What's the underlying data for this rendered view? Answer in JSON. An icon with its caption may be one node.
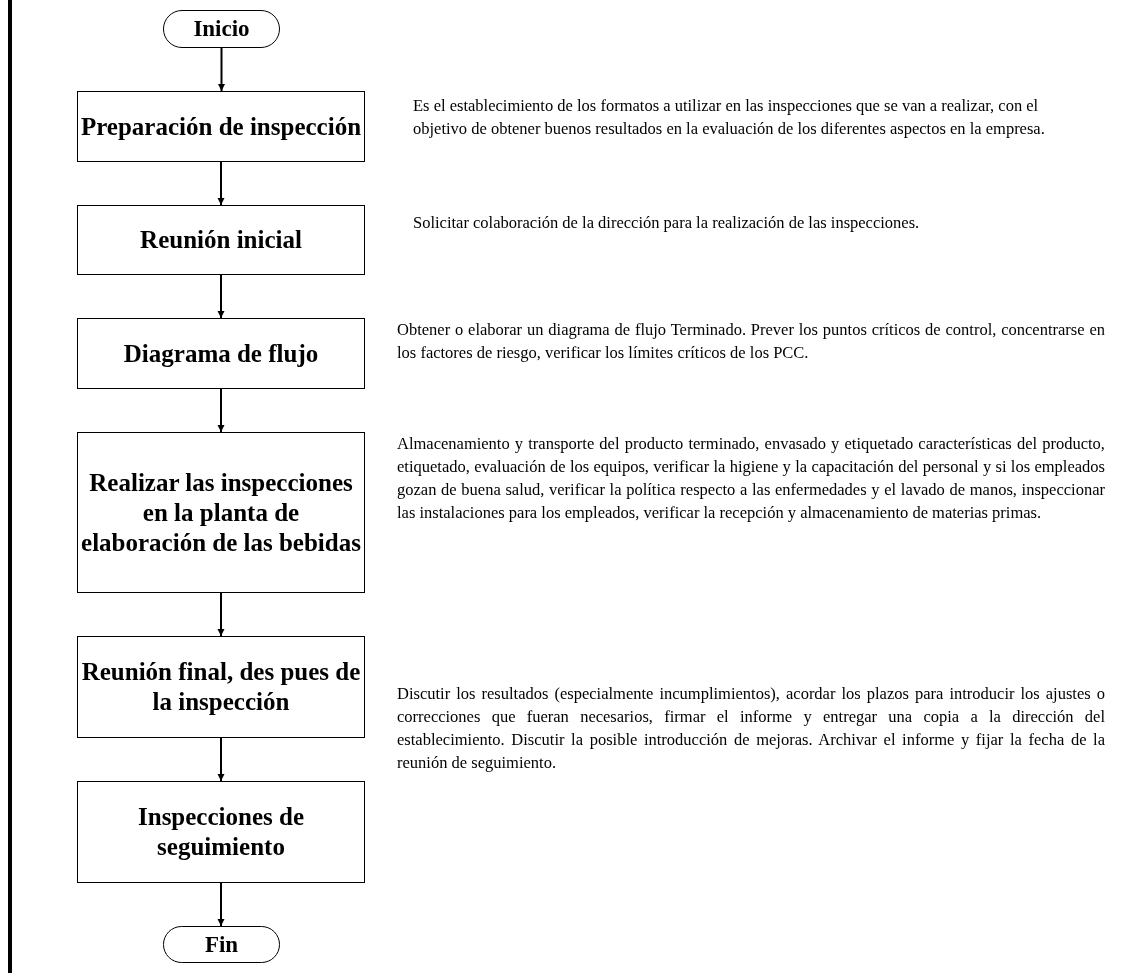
{
  "diagram": {
    "nodes": [
      {
        "text": [
          "Inicio"
        ]
      },
      {
        "text": [
          "Preparación de inspección"
        ],
        "beside": [
          "Es el establecimiento de los formatos a utilizar en las inspecciones que se van a realizar, con el objetivo de obtener buenos resultados en la evaluación de los diferentes aspectos en la empresa."
        ]
      },
      {
        "text": [
          "Reunión inicial"
        ],
        "beside": [
          "Solicitar colaboración de la dirección para la realización de las inspecciones."
        ]
      },
      {
        "text": [
          "Diagrama de flujo"
        ],
        "beside": [
          "Obtener o elaborar un diagrama de flujo Terminado. Prever los puntos críticos de control, concentrarse en los factores de riesgo, verificar los límites críticos de los PCC."
        ]
      },
      {
        "text": [
          "Realizar las inspecciones en la planta de elaboración de las bebidas"
        ],
        "beside": [
          "Almacenamiento y transporte del producto terminado, envasado y etiquetado características del producto, etiquetado, evaluación de los equipos, verificar la higiene y la capacitación del personal y si los empleados gozan de buena salud, verificar la política respecto a las enfermedades y el lavado de manos, inspeccionar las instalaciones para los empleados, verificar la recepción y almacenamiento de materias primas."
        ]
      },
      {
        "text": [
          "Reunión final, des pues de la inspección"
        ],
        "beside": [
          "Discutir los resultados (especialmente incumplimientos), acordar los plazos para introducir los ajustes o correcciones que fueran necesarios, firmar el informe y entregar una copia a la dirección del establecimiento. Discutir la posible introducción de mejoras. Archivar el informe y fijar la fecha de la reunión de seguimiento."
        ]
      },
      {
        "text": [
          "Inspecciones de seguimiento"
        ]
      },
      {
        "text": [
          "Fin"
        ]
      }
    ],
    "edges": [
      {
        "from": 0,
        "to": 1,
        "arrow": "to"
      },
      {
        "from": 1,
        "to": 2,
        "arrow": "to"
      },
      {
        "from": 2,
        "to": 3,
        "arrow": "to"
      },
      {
        "from": 3,
        "to": 4,
        "arrow": "to"
      },
      {
        "from": 4,
        "to": 5,
        "arrow": "to"
      },
      {
        "from": 5,
        "to": 6,
        "arrow": "to"
      },
      {
        "from": 6,
        "to": 7,
        "arrow": "to"
      }
    ]
  }
}
